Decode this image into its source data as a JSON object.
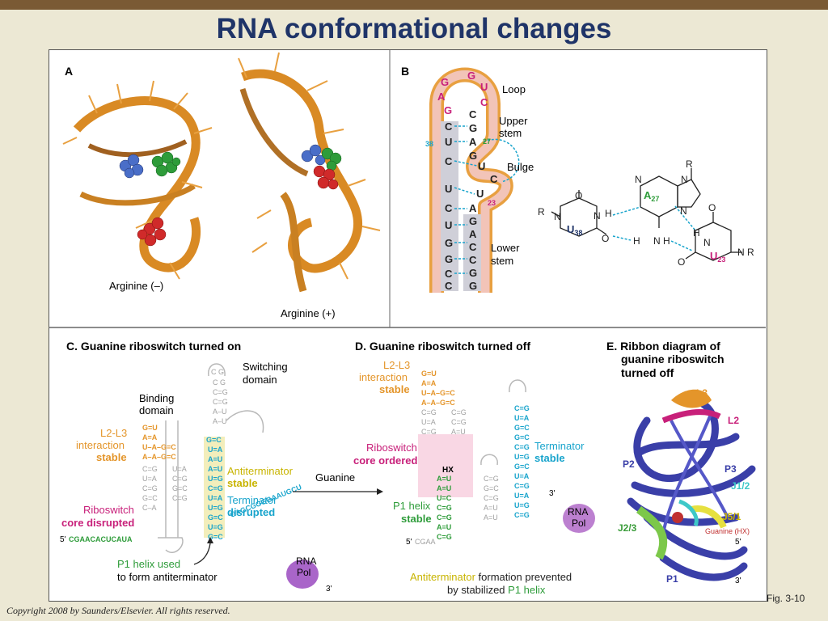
{
  "title": "RNA conformational changes",
  "copyright": "Copyright 2008 by Saunders/Elsevier. All rights reserved.",
  "fig_label": "Fig. 3-10",
  "panel_a": {
    "letter": "A",
    "label_minus": "Arginine (–)",
    "label_plus": "Arginine (+)"
  },
  "panel_b": {
    "letter": "B",
    "loop": "Loop",
    "upper1": "Upper",
    "upper2": "stem",
    "bulge": "Bulge",
    "lower1": "Lower",
    "lower2": "stem",
    "num38": "38",
    "num27": "27",
    "num23": "23",
    "left_bases": [
      "G",
      "A",
      "G",
      "C",
      "U",
      "C",
      "U",
      "C",
      "U",
      "G",
      "G",
      "C",
      "C"
    ],
    "right_bases": [
      "G",
      "U",
      "C",
      "C",
      "G",
      "A",
      "G",
      "U",
      "C",
      "U",
      "A",
      "G",
      "A",
      "C",
      "C",
      "G",
      "G"
    ],
    "chem": {
      "R": "R",
      "H": "H",
      "O": "O",
      "N": "N",
      "A27": "A",
      "A27sub": "27",
      "U38": "U",
      "U38sub": "38",
      "U23": "U",
      "U23sub": "23"
    }
  },
  "panel_c": {
    "heading": "C. Guanine riboswitch turned on",
    "switching1": "Switching",
    "switching2": "domain",
    "binding1": "Binding",
    "binding2": "domain",
    "l2l3_1": "L2-L3",
    "l2l3_2": "interaction",
    "l2l3_3": "stable",
    "anti1": "Antiterminator",
    "anti2": "stable",
    "term1": "Terminator",
    "term2": "disrupted",
    "ribo1": "Riboswitch",
    "ribo2": "core disrupted",
    "p1_1": "P1 helix used",
    "p1_2": "to form antiterminator",
    "five": "5'",
    "three": "3'",
    "seq5": "CGAACACUCAUA",
    "seq3": "GAGCGGGGAAUGCU",
    "rnapol1": "RNA",
    "rnapol2": "Pol"
  },
  "arrow_label": "Guanine",
  "panel_d": {
    "heading": "D. Guanine riboswitch turned off",
    "l2l3_1": "L2-L3",
    "l2l3_2": "interaction",
    "l2l3_3": "stable",
    "ribo1": "Riboswitch",
    "ribo2": "core ordered",
    "hx": "HX",
    "term1": "Terminator",
    "term2": "stable",
    "p1_1": "P1 helix",
    "p1_2": "stable",
    "anti_a": "Antiterminator",
    "anti_b": " formation prevented",
    "anti_c": "by stabilized ",
    "anti_d": "P1 helix",
    "five": "5'",
    "three": "3'",
    "seq5": "CGAA",
    "rnapol1": "RNA",
    "rnapol2": "Pol"
  },
  "panel_e": {
    "heading1": "E. Ribbon diagram of",
    "heading2": "guanine riboswitch",
    "heading3": "turned off",
    "l3": "L3",
    "l2": "L2",
    "p2": "P2",
    "p3": "P3",
    "j12": "J1/2",
    "j51": "J5/1",
    "j23": "J2/3",
    "p1": "P1",
    "guanine": "Guanine (HX)",
    "three": "3'",
    "five": "5'"
  },
  "colors": {
    "orange": "#e4952a",
    "green": "#2e9c3a",
    "cyan": "#18a4cc",
    "magenta": "#c8207a",
    "blue": "#3a3fa8",
    "title": "#1f3468",
    "grey": "#a0a0a0",
    "pink": "#f6c6d8"
  }
}
